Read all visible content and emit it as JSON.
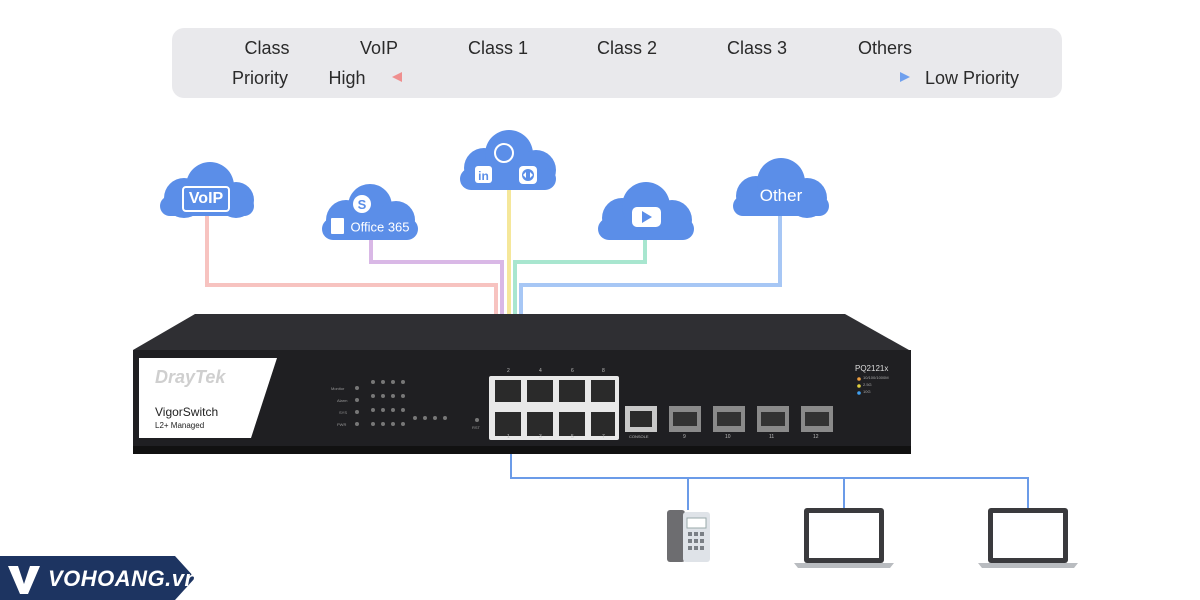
{
  "legend": {
    "classes": [
      "Class",
      "VoIP",
      "Class 1",
      "Class 2",
      "Class 3",
      "Others"
    ],
    "priority_label": "Priority",
    "high_label": "High",
    "low_label": "Low Priority"
  },
  "clouds": {
    "voip": "VoIP",
    "office": "Office 365",
    "other": "Other"
  },
  "switch": {
    "brand": "DrayTek",
    "product": "VigorSwitch",
    "subtitle": "L2+ Managed",
    "model": "PQ2121x",
    "speed_legend": [
      "10/100/1000M",
      "2.5G",
      "10G"
    ],
    "led_labels": [
      "Monitor",
      "Alarm",
      "SYS",
      "PWR"
    ],
    "reset_label": "RST",
    "console_label": "CONSOLE",
    "port_numbers_top": [
      "2",
      "4",
      "6",
      "8"
    ],
    "port_numbers_bottom": [
      "1",
      "3",
      "5",
      "7"
    ],
    "sfp_numbers": [
      "9",
      "10",
      "11",
      "12"
    ]
  },
  "watermark": {
    "text": "VOHOANG.vn"
  },
  "colors": {
    "cloud": "#5b8ee8",
    "line_voip": "#f7c3c0",
    "line_class1": "#d9b8e6",
    "line_class2": "#f5e79a",
    "line_class3": "#a8e6cf",
    "line_other": "#a7c7f5",
    "line_devices": "#6b9be8"
  }
}
